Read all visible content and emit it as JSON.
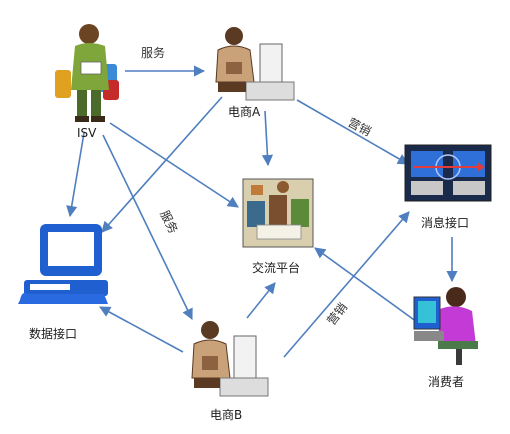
{
  "nodes": {
    "isv": {
      "label": "ISV",
      "icon": "developer-person-icon"
    },
    "merchant_a": {
      "label": "电商A",
      "icon": "businessman-at-computer-icon"
    },
    "merchant_b": {
      "label": "电商B",
      "icon": "businessman-at-computer-icon"
    },
    "platform": {
      "label": "交流平台",
      "icon": "meeting-group-icon"
    },
    "message_api": {
      "label": "消息接口",
      "icon": "network-transfer-icon"
    },
    "data_api": {
      "label": "数据接口",
      "icon": "desktop-computer-icon"
    },
    "consumer": {
      "label": "消费者",
      "icon": "woman-at-computer-icon"
    }
  },
  "edge_labels": {
    "isv_to_a": "服务",
    "a_to_message": "营销",
    "isv_to_b": "服务",
    "b_to_message": "营销"
  },
  "colors": {
    "arrow": "#4f7fbf",
    "monitor_blue": "#1f5fd0",
    "suit": "#c9a27a"
  }
}
